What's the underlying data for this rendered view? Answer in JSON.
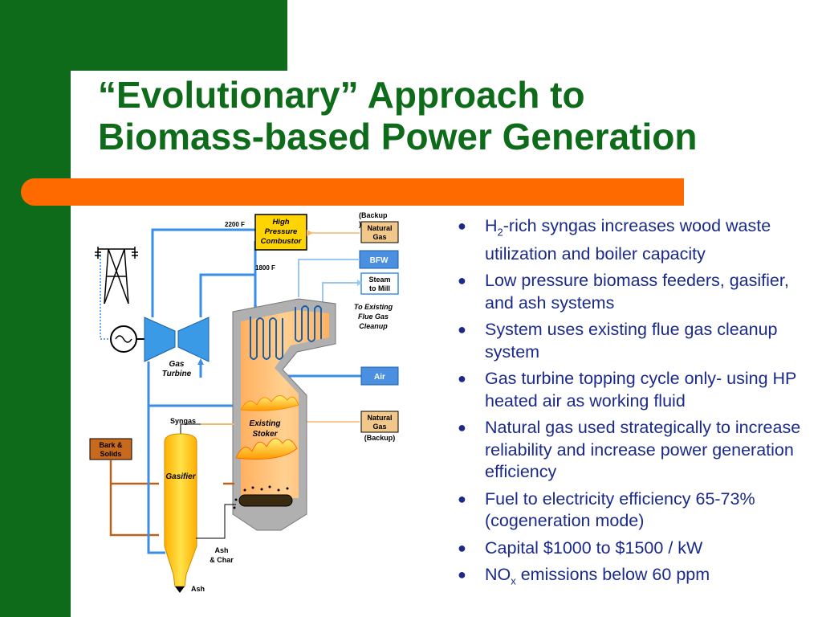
{
  "slide": {
    "title_line1": "“Evolutionary” Approach to",
    "title_line2": "Biomass-based Power Generation"
  },
  "bullets": [
    {
      "pre": "H",
      "sub": "2",
      "post": "-rich syngas increases wood waste utilization and boiler capacity"
    },
    {
      "pre": "",
      "sub": "",
      "post": "Low pressure biomass feeders, gasifier, and ash systems"
    },
    {
      "pre": "",
      "sub": "",
      "post": "System uses existing flue gas cleanup system"
    },
    {
      "pre": "",
      "sub": "",
      "post": "Gas turbine topping cycle only- using HP heated air as working fluid"
    },
    {
      "pre": "",
      "sub": "",
      "post": "Natural gas used strategically to increase reliability and increase power generation efficiency"
    },
    {
      "pre": "",
      "sub": "",
      "post": "Fuel to electricity efficiency 65-73% (cogeneration mode)"
    },
    {
      "pre": "",
      "sub": "",
      "post": "Capital $1000 to $1500 / kW"
    },
    {
      "pre": "NO",
      "sub": "x",
      "post": " emissions below 60 ppm"
    }
  ],
  "diagram": {
    "temp_2200": "2200 F",
    "temp_1800": "1800 F",
    "combustor_l1": "High",
    "combustor_l2": "Pressure",
    "combustor_l3": "Combustor",
    "backup_top_l1": "(Backup",
    "backup_top_l2": ")",
    "natgas_top_l1": "Natural",
    "natgas_top_l2": "Gas",
    "bfw": "BFW",
    "steam_l1": "Steam",
    "steam_l2": "to Mill",
    "flue_l1": "To Existing",
    "flue_l2": "Flue Gas",
    "flue_l3": "Cleanup",
    "air": "Air",
    "natgas_bot_l1": "Natural",
    "natgas_bot_l2": "Gas",
    "backup_bot": "(Backup)",
    "gas_turbine_l1": "Gas",
    "gas_turbine_l2": "Turbine",
    "syngas": "Syngas",
    "stoker_l1": "Existing",
    "stoker_l2": "Stoker",
    "bark_l1": "Bark &",
    "bark_l2": "Solids",
    "gasifier": "Gasifier",
    "ashchar_l1": "Ash",
    "ashchar_l2": "& Char",
    "ash": "Ash",
    "colors": {
      "blue_line": "#3a8ee6",
      "orange_line": "#f5b86a",
      "brown_line": "#b8621c",
      "box_blue": "#4a8fe0",
      "box_yellow": "#ffd400",
      "box_tan": "#f2c88a",
      "box_brown": "#c86a1e"
    }
  }
}
